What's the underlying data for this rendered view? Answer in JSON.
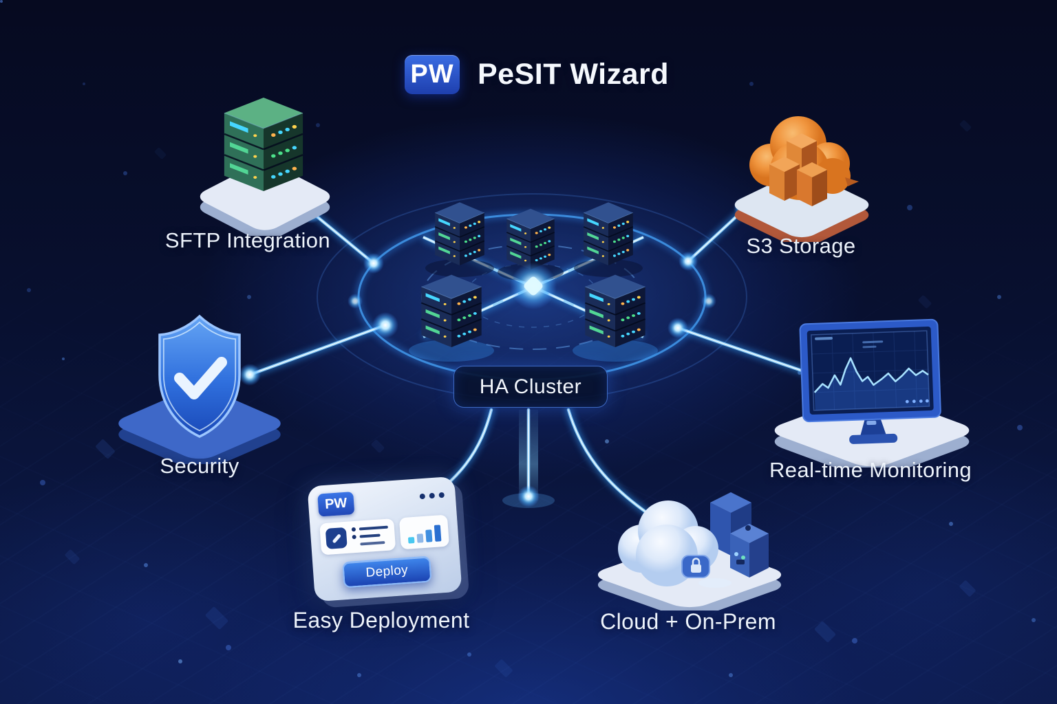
{
  "header": {
    "logo_badge": "PW",
    "title": "PeSIT Wizard"
  },
  "center": {
    "label": "HA Cluster"
  },
  "features": {
    "sftp": {
      "label": "SFTP Integration",
      "icon": "server-stack-icon"
    },
    "s3": {
      "label": "S3 Storage",
      "icon": "cloud-storage-icon"
    },
    "security": {
      "label": "Security",
      "icon": "shield-check-icon"
    },
    "monitoring": {
      "label": "Real-time Monitoring",
      "icon": "monitor-chart-icon"
    },
    "deployment": {
      "label": "Easy Deployment",
      "icon": "deploy-card-icon",
      "card_badge": "PW",
      "deploy_button": "Deploy"
    },
    "cloud_onprem": {
      "label": "Cloud + On-Prem",
      "icon": "hybrid-cloud-icon"
    }
  },
  "colors": {
    "background": "#070d24",
    "glow_cyan": "#7fd9ff",
    "line_blue": "#3f9ff0",
    "brand_blue": "#2a59c8",
    "s3_orange": "#ef953f",
    "sftp_green": "#3f8f6b",
    "text": "#f2f6fc"
  }
}
